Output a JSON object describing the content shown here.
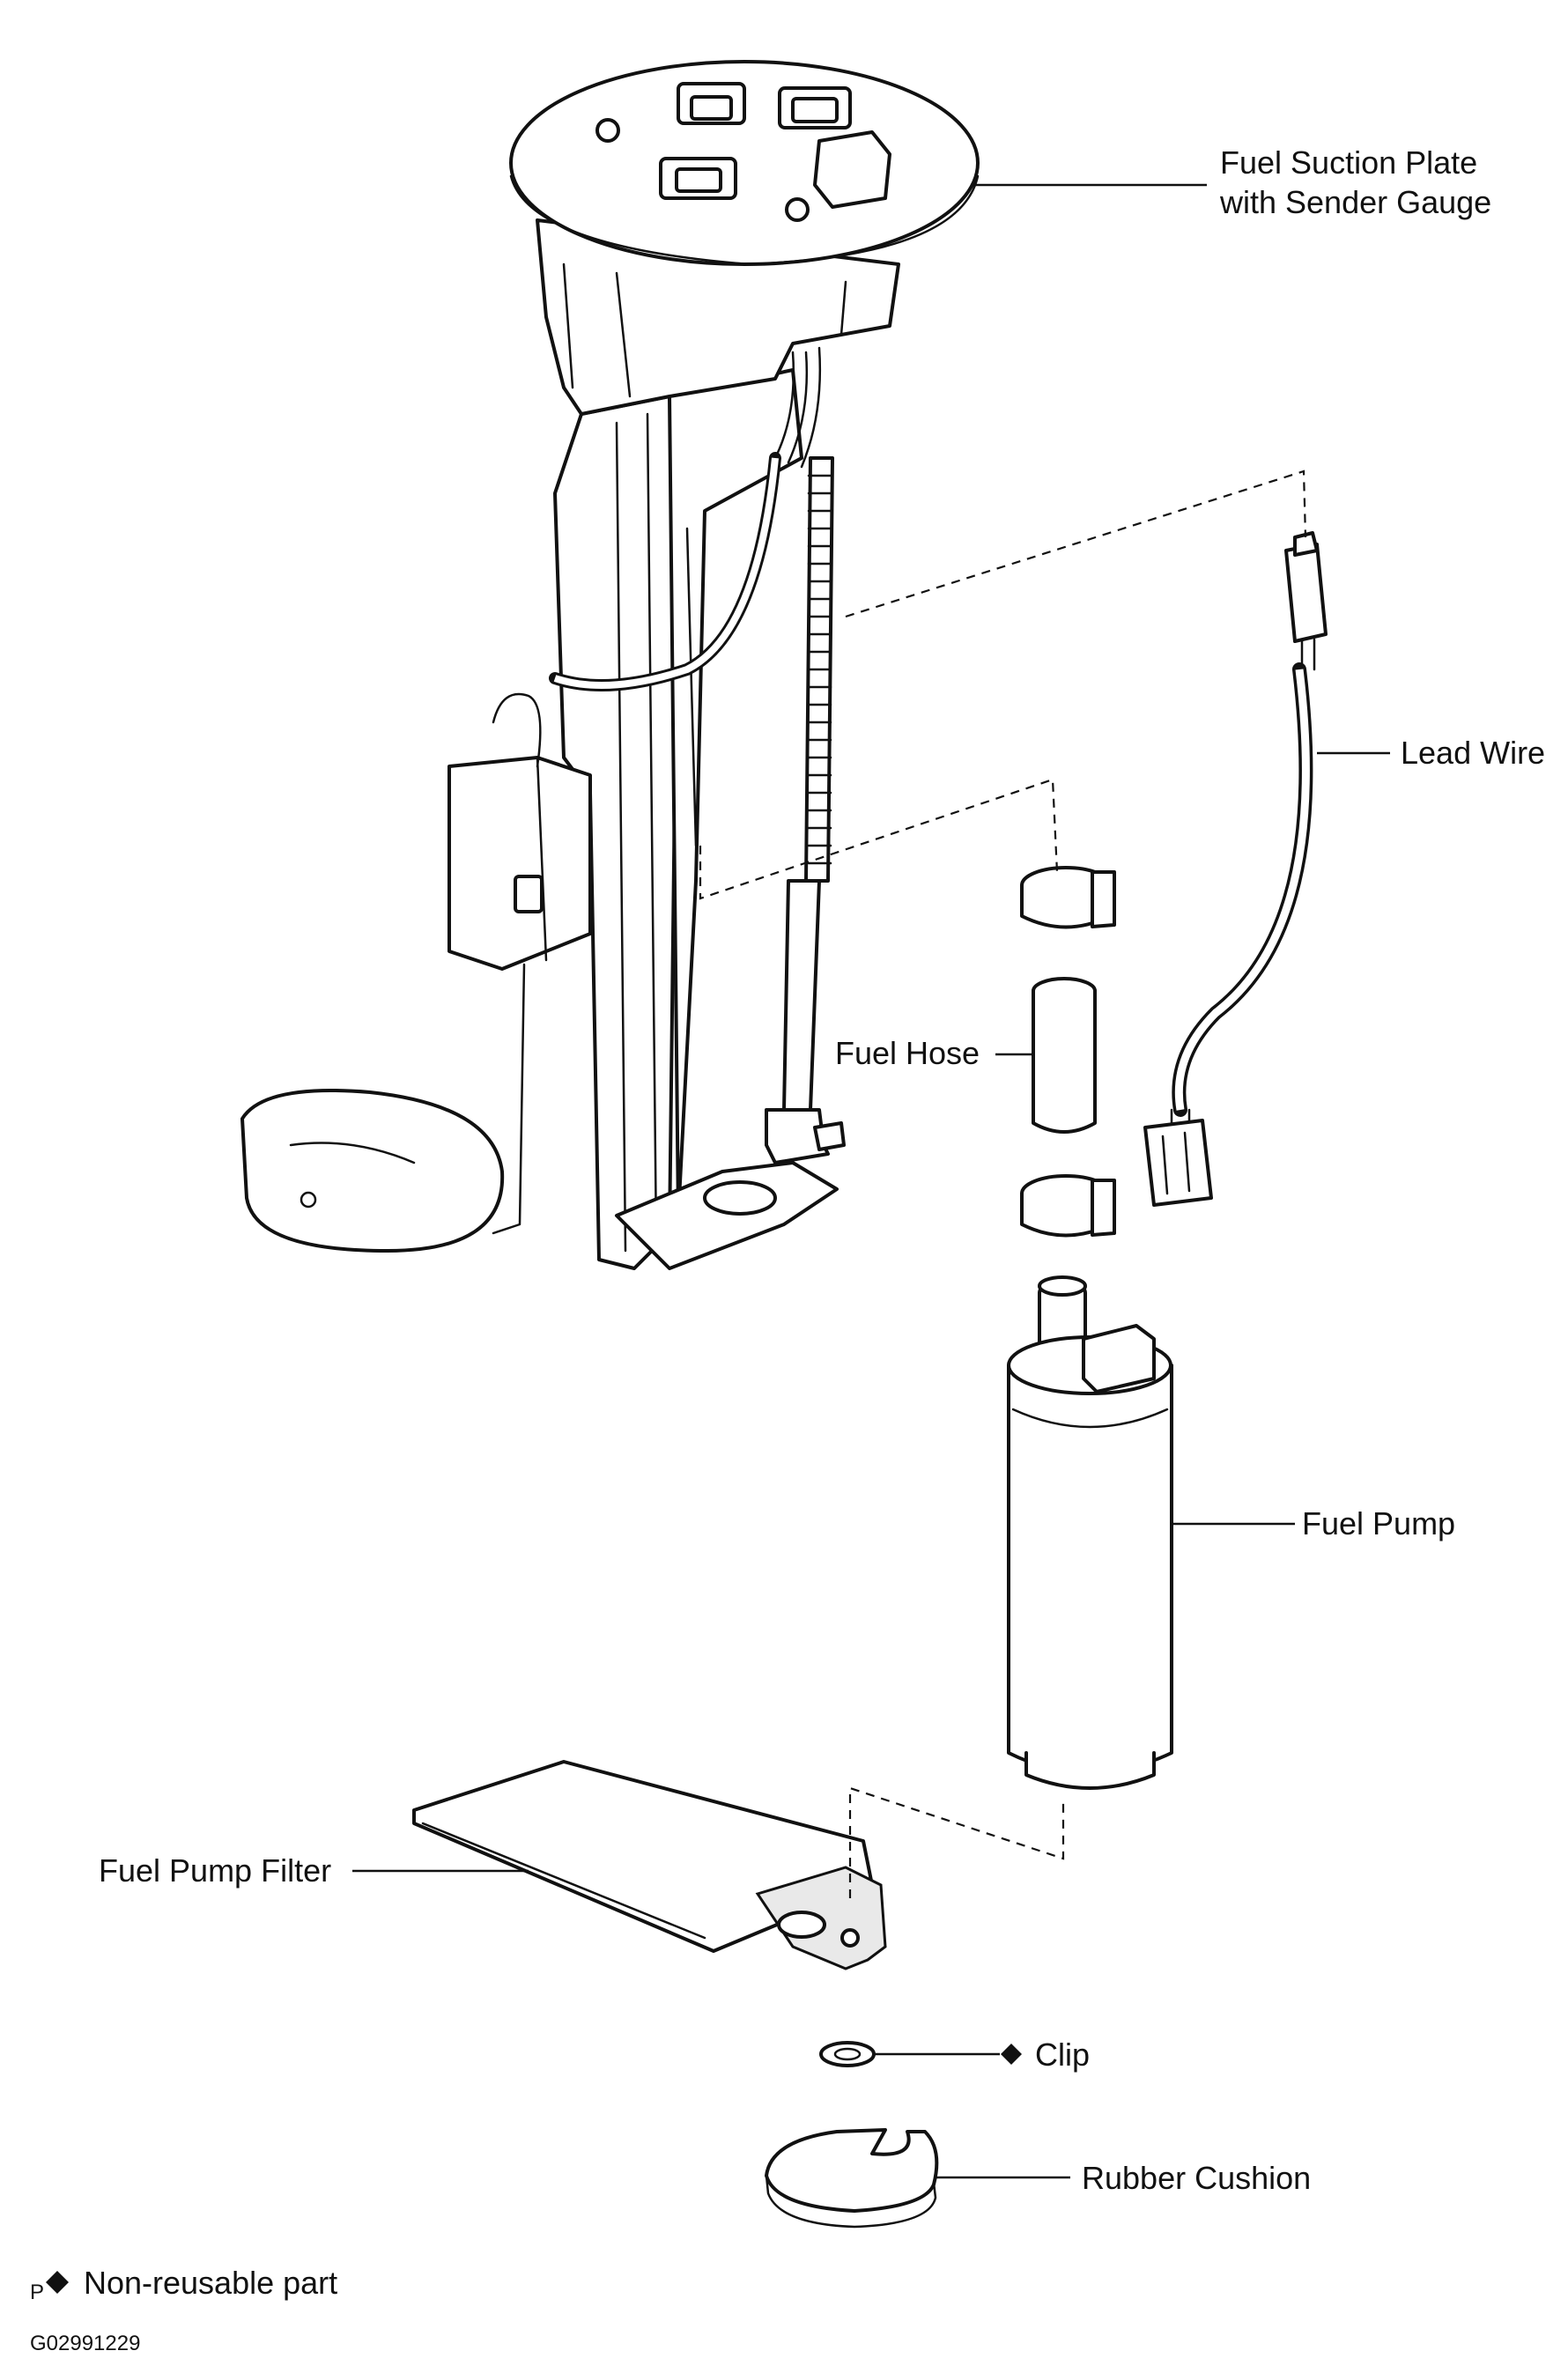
{
  "labels": {
    "fuel_suction_plate_line1": "Fuel Suction Plate",
    "fuel_suction_plate_line2": "with Sender Gauge",
    "lead_wire": "Lead Wire",
    "fuel_hose": "Fuel Hose",
    "fuel_pump": "Fuel Pump",
    "fuel_pump_filter": "Fuel Pump Filter",
    "clip": "Clip",
    "rubber_cushion": "Rubber Cushion"
  },
  "legend": {
    "prefix": "P",
    "text": "Non-reusable part"
  },
  "figure_code": "G02991229"
}
